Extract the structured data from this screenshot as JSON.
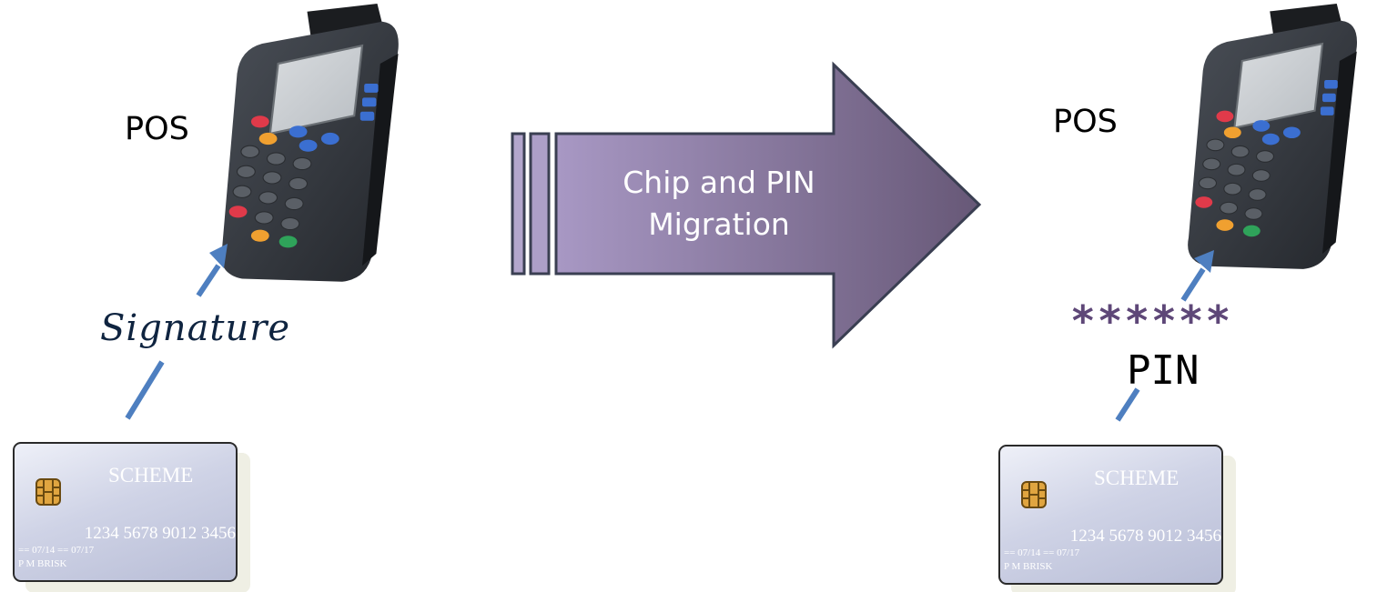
{
  "left": {
    "pos_label": "POS",
    "signature_label": "Signature",
    "card": {
      "scheme": "SCHEME",
      "number": "1234 5678 9012 3456",
      "dates": "== 07/14  == 07/17",
      "holder": "P M BRISK"
    }
  },
  "migration": {
    "line1": "Chip and PIN",
    "line2": "Migration"
  },
  "right": {
    "pos_label": "POS",
    "pin_stars": "******",
    "pin_label": "PIN",
    "card": {
      "scheme": "SCHEME",
      "number": "1234 5678 9012 3456",
      "dates": "== 07/14  == 07/17",
      "holder": "P M BRISK"
    }
  },
  "colors": {
    "arrow_start": "#a898c4",
    "arrow_end": "#675877",
    "flow_arrow": "#4e7fc0",
    "stars": "#5e4778"
  }
}
